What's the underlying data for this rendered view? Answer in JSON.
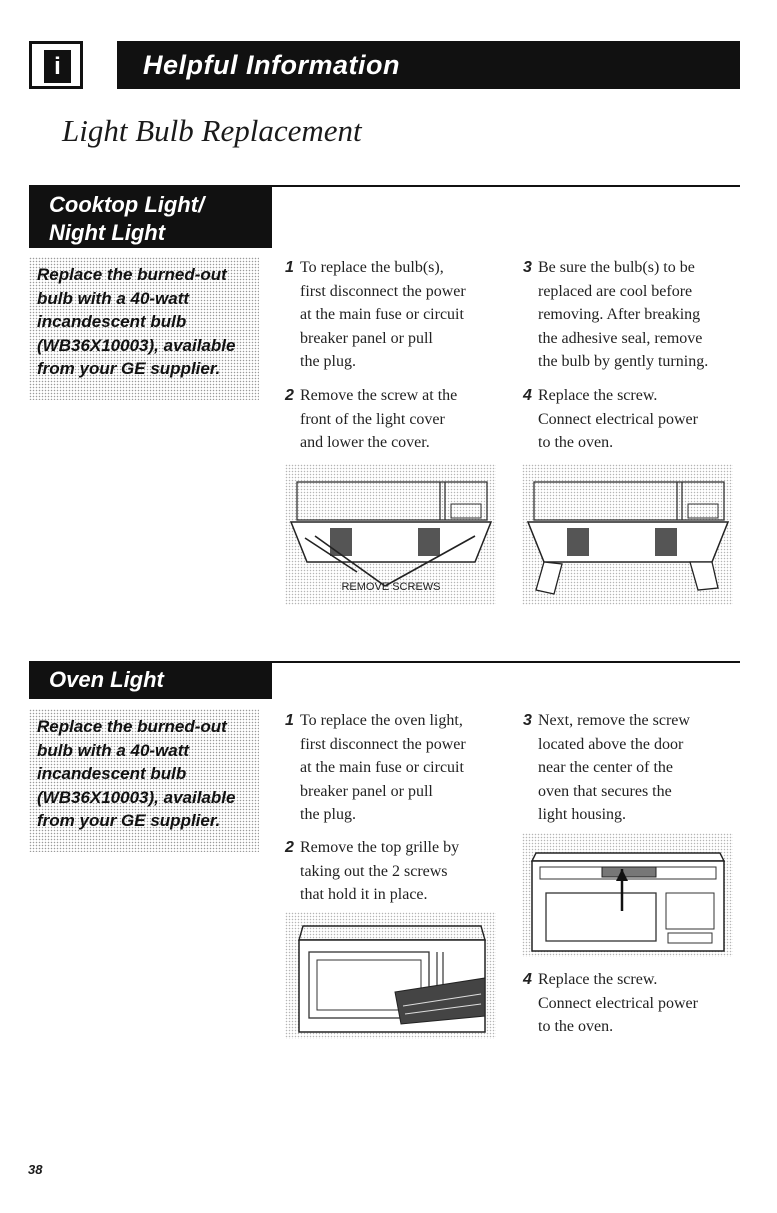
{
  "header": {
    "info_icon": "i",
    "title": "Helpful Information"
  },
  "page_title": "Light Bulb Replacement",
  "sections": [
    {
      "heading_line1": "Cooktop Light/",
      "heading_line2": "Night Light",
      "note": [
        "Replace the burned-out",
        "bulb with a 40-watt",
        "incandescent bulb",
        "(WB36X10003), available",
        "from your GE supplier."
      ],
      "steps": [
        {
          "num": "1",
          "lines": [
            "To replace the bulb(s),",
            "first disconnect the power",
            "at the main fuse or circuit",
            "breaker panel or pull",
            "the plug."
          ]
        },
        {
          "num": "2",
          "lines": [
            "Remove the screw at the",
            "front of the light cover",
            "and lower the cover."
          ]
        },
        {
          "num": "3",
          "lines": [
            "Be sure the bulb(s) to be",
            "replaced are cool before",
            "removing. After breaking",
            "the adhesive seal, remove",
            "the bulb by gently turning."
          ]
        },
        {
          "num": "4",
          "lines": [
            "Replace the screw.",
            "Connect electrical power",
            "to the oven."
          ]
        }
      ],
      "illustration_caption": "REMOVE SCREWS"
    },
    {
      "heading_line1": "Oven Light",
      "note": [
        "Replace the burned-out",
        "bulb with a 40-watt",
        "incandescent bulb",
        "(WB36X10003), available",
        "from your GE supplier."
      ],
      "steps": [
        {
          "num": "1",
          "lines": [
            "To replace the oven light,",
            "first disconnect the power",
            "at the main fuse or circuit",
            "breaker panel or pull",
            "the plug."
          ]
        },
        {
          "num": "2",
          "lines": [
            "Remove the top grille by",
            "taking out the 2 screws",
            "that hold it in place."
          ]
        },
        {
          "num": "3",
          "lines": [
            "Next, remove the screw",
            "located above the door",
            "near the center of the",
            "oven that secures the",
            "light housing."
          ]
        },
        {
          "num": "4",
          "lines": [
            "Replace the screw.",
            "Connect electrical power",
            "to the oven."
          ]
        }
      ]
    }
  ],
  "page_number": "38"
}
